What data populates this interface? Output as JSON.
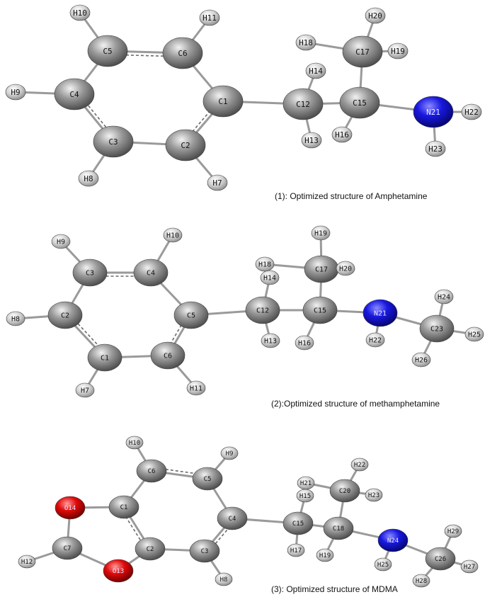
{
  "colors": {
    "carbon": "#8a8a8a",
    "hydrogen": "#d0d0d0",
    "nitrogen": "#1a1ad6",
    "oxygen": "#d40a0a",
    "bond": "#9a9a9a",
    "label": "#111111"
  },
  "molecules": [
    {
      "id": "amphetamine",
      "caption": "(1): Optimized structure of Amphetamine",
      "atoms": [
        {
          "label": "C1",
          "el": "C"
        },
        {
          "label": "C2",
          "el": "C"
        },
        {
          "label": "C3",
          "el": "C"
        },
        {
          "label": "C4",
          "el": "C"
        },
        {
          "label": "C5",
          "el": "C"
        },
        {
          "label": "C6",
          "el": "C"
        },
        {
          "label": "H7",
          "el": "H"
        },
        {
          "label": "H8",
          "el": "H"
        },
        {
          "label": "H9",
          "el": "H"
        },
        {
          "label": "H10",
          "el": "H"
        },
        {
          "label": "H11",
          "el": "H"
        },
        {
          "label": "C12",
          "el": "C"
        },
        {
          "label": "H13",
          "el": "H"
        },
        {
          "label": "H14",
          "el": "H"
        },
        {
          "label": "C15",
          "el": "C"
        },
        {
          "label": "H16",
          "el": "H"
        },
        {
          "label": "C17",
          "el": "C"
        },
        {
          "label": "H18",
          "el": "H"
        },
        {
          "label": "H19",
          "el": "H"
        },
        {
          "label": "H20",
          "el": "H"
        },
        {
          "label": "N21",
          "el": "N"
        },
        {
          "label": "H22",
          "el": "H"
        },
        {
          "label": "H23",
          "el": "H"
        }
      ],
      "bonds": [
        [
          "C1",
          "C2",
          2
        ],
        [
          "C2",
          "C3",
          1
        ],
        [
          "C3",
          "C4",
          2
        ],
        [
          "C4",
          "C5",
          1
        ],
        [
          "C5",
          "C6",
          2
        ],
        [
          "C6",
          "C1",
          1
        ],
        [
          "C2",
          "H7",
          1
        ],
        [
          "C3",
          "H8",
          1
        ],
        [
          "C4",
          "H9",
          1
        ],
        [
          "C5",
          "H10",
          1
        ],
        [
          "C6",
          "H11",
          1
        ],
        [
          "C1",
          "C12",
          1
        ],
        [
          "C12",
          "H13",
          1
        ],
        [
          "C12",
          "H14",
          1
        ],
        [
          "C12",
          "C15",
          1
        ],
        [
          "C15",
          "H16",
          1
        ],
        [
          "C15",
          "C17",
          1
        ],
        [
          "C17",
          "H18",
          1
        ],
        [
          "C17",
          "H19",
          1
        ],
        [
          "C17",
          "H20",
          1
        ],
        [
          "C15",
          "N21",
          1
        ],
        [
          "N21",
          "H22",
          1
        ],
        [
          "N21",
          "H23",
          1
        ]
      ]
    },
    {
      "id": "methamphetamine",
      "caption": "(2):Optimized structure of methamphetamine",
      "atoms": [
        {
          "label": "C1",
          "el": "C"
        },
        {
          "label": "C2",
          "el": "C"
        },
        {
          "label": "C3",
          "el": "C"
        },
        {
          "label": "C4",
          "el": "C"
        },
        {
          "label": "C5",
          "el": "C"
        },
        {
          "label": "C6",
          "el": "C"
        },
        {
          "label": "H7",
          "el": "H"
        },
        {
          "label": "H8",
          "el": "H"
        },
        {
          "label": "H9",
          "el": "H"
        },
        {
          "label": "H10",
          "el": "H"
        },
        {
          "label": "H11",
          "el": "H"
        },
        {
          "label": "C12",
          "el": "C"
        },
        {
          "label": "H13",
          "el": "H"
        },
        {
          "label": "H14",
          "el": "H"
        },
        {
          "label": "C15",
          "el": "C"
        },
        {
          "label": "H16",
          "el": "H"
        },
        {
          "label": "C17",
          "el": "C"
        },
        {
          "label": "H18",
          "el": "H"
        },
        {
          "label": "H19",
          "el": "H"
        },
        {
          "label": "H20",
          "el": "H"
        },
        {
          "label": "N21",
          "el": "N"
        },
        {
          "label": "H22",
          "el": "H"
        },
        {
          "label": "C23",
          "el": "C"
        },
        {
          "label": "H24",
          "el": "H"
        },
        {
          "label": "H25",
          "el": "H"
        },
        {
          "label": "H26",
          "el": "H"
        }
      ],
      "bonds": [
        [
          "C1",
          "C2",
          2
        ],
        [
          "C2",
          "C3",
          1
        ],
        [
          "C3",
          "C4",
          2
        ],
        [
          "C4",
          "C5",
          1
        ],
        [
          "C5",
          "C6",
          2
        ],
        [
          "C6",
          "C1",
          1
        ],
        [
          "C1",
          "H7",
          1
        ],
        [
          "C2",
          "H8",
          1
        ],
        [
          "C3",
          "H9",
          1
        ],
        [
          "C4",
          "H10",
          1
        ],
        [
          "C6",
          "H11",
          1
        ],
        [
          "C5",
          "C12",
          1
        ],
        [
          "C12",
          "H13",
          1
        ],
        [
          "C12",
          "H14",
          1
        ],
        [
          "C12",
          "C15",
          1
        ],
        [
          "C15",
          "H16",
          1
        ],
        [
          "C15",
          "C17",
          1
        ],
        [
          "C17",
          "H18",
          1
        ],
        [
          "C17",
          "H19",
          1
        ],
        [
          "C17",
          "H20",
          1
        ],
        [
          "C15",
          "N21",
          1
        ],
        [
          "N21",
          "H22",
          1
        ],
        [
          "N21",
          "C23",
          1
        ],
        [
          "C23",
          "H24",
          1
        ],
        [
          "C23",
          "H25",
          1
        ],
        [
          "C23",
          "H26",
          1
        ]
      ]
    },
    {
      "id": "mdma",
      "caption": "(3): Optimized structure of MDMA",
      "atoms": [
        {
          "label": "C1",
          "el": "C"
        },
        {
          "label": "C2",
          "el": "C"
        },
        {
          "label": "C3",
          "el": "C"
        },
        {
          "label": "C4",
          "el": "C"
        },
        {
          "label": "C5",
          "el": "C"
        },
        {
          "label": "C6",
          "el": "C"
        },
        {
          "label": "C7",
          "el": "C"
        },
        {
          "label": "H8",
          "el": "H"
        },
        {
          "label": "H9",
          "el": "H"
        },
        {
          "label": "H10",
          "el": "H"
        },
        {
          "label": "H12",
          "el": "H"
        },
        {
          "label": "O13",
          "el": "O"
        },
        {
          "label": "O14",
          "el": "O"
        },
        {
          "label": "C15",
          "el": "C"
        },
        {
          "label": "H15",
          "el": "H"
        },
        {
          "label": "H17",
          "el": "H"
        },
        {
          "label": "C18",
          "el": "C"
        },
        {
          "label": "H19",
          "el": "H"
        },
        {
          "label": "C20",
          "el": "C"
        },
        {
          "label": "H21",
          "el": "H"
        },
        {
          "label": "H22",
          "el": "H"
        },
        {
          "label": "H23",
          "el": "H"
        },
        {
          "label": "N24",
          "el": "N"
        },
        {
          "label": "H25",
          "el": "H"
        },
        {
          "label": "C26",
          "el": "C"
        },
        {
          "label": "H27",
          "el": "H"
        },
        {
          "label": "H28",
          "el": "H"
        },
        {
          "label": "H29",
          "el": "H"
        }
      ],
      "bonds": [
        [
          "C1",
          "C2",
          2
        ],
        [
          "C2",
          "C3",
          1
        ],
        [
          "C3",
          "C4",
          2
        ],
        [
          "C4",
          "C5",
          1
        ],
        [
          "C5",
          "C6",
          2
        ],
        [
          "C6",
          "C1",
          1
        ],
        [
          "C1",
          "O14",
          1
        ],
        [
          "C2",
          "O13",
          1
        ],
        [
          "O14",
          "C7",
          1
        ],
        [
          "O13",
          "C7",
          1
        ],
        [
          "C7",
          "H12",
          1
        ],
        [
          "C3",
          "H8",
          1
        ],
        [
          "C5",
          "H9",
          1
        ],
        [
          "C6",
          "H10",
          1
        ],
        [
          "C4",
          "C15",
          1
        ],
        [
          "C15",
          "H15",
          1
        ],
        [
          "C15",
          "H17",
          1
        ],
        [
          "C15",
          "C18",
          1
        ],
        [
          "C18",
          "H19",
          1
        ],
        [
          "C18",
          "C20",
          1
        ],
        [
          "C20",
          "H21",
          1
        ],
        [
          "C20",
          "H22",
          1
        ],
        [
          "C20",
          "H23",
          1
        ],
        [
          "C18",
          "N24",
          1
        ],
        [
          "N24",
          "H25",
          1
        ],
        [
          "N24",
          "C26",
          1
        ],
        [
          "C26",
          "H27",
          1
        ],
        [
          "C26",
          "H28",
          1
        ],
        [
          "C26",
          "H29",
          1
        ]
      ]
    }
  ]
}
